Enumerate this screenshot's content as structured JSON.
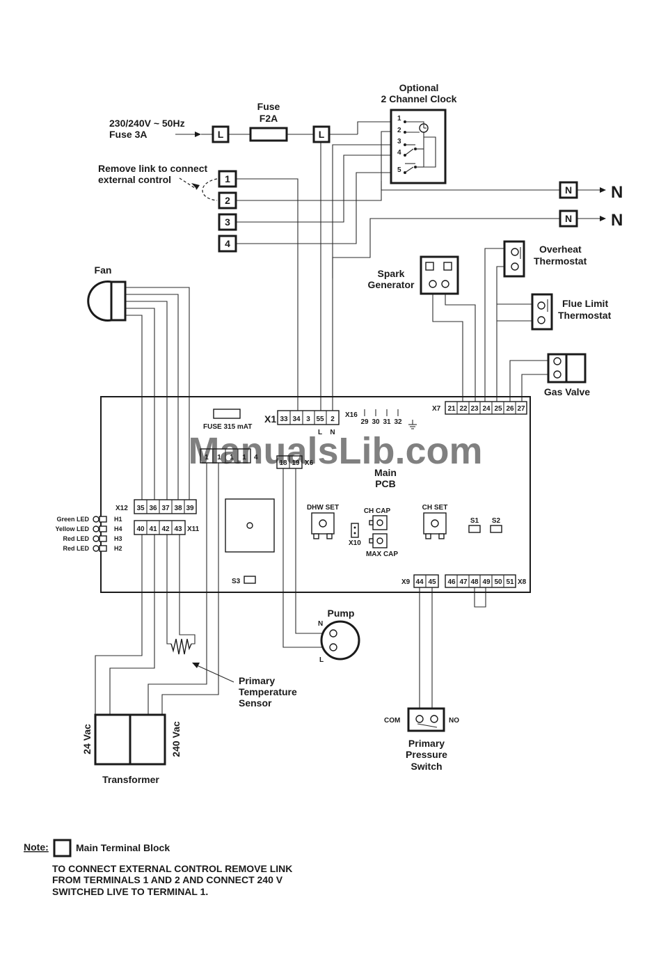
{
  "supply": {
    "voltage": "230/240V ~ 50Hz",
    "fuse": "Fuse 3A"
  },
  "fuse_f2a": {
    "title": "Fuse",
    "rating": "F2A"
  },
  "clock": {
    "title_1": "Optional",
    "title_2": "2 Channel Clock",
    "terminals": [
      "1",
      "2",
      "3",
      "4",
      "5"
    ]
  },
  "terminals": {
    "live": "L",
    "neutral": "N",
    "neutral_out": "N"
  },
  "link_note": {
    "line_1": "Remove link to connect",
    "line_2": "external control"
  },
  "main_terminals": [
    "1",
    "2",
    "3",
    "4"
  ],
  "components": {
    "fan": "Fan",
    "spark_1": "Spark",
    "spark_2": "Generator",
    "overheat_1": "Overheat",
    "overheat_2": "Thermostat",
    "flue_1": "Flue Limit",
    "flue_2": "Thermostat",
    "gas_valve": "Gas Valve",
    "pump": "Pump",
    "pump_n": "N",
    "pump_l": "L",
    "sensor_1": "Primary",
    "sensor_2": "Temperature",
    "sensor_3": "Sensor",
    "transformer": "Transformer",
    "t_24": "24 Vac",
    "t_240": "240 Vac",
    "pressure_1": "Primary",
    "pressure_2": "Pressure",
    "pressure_3": "Switch",
    "com": "COM",
    "no": "NO"
  },
  "pcb": {
    "title_1": "Main",
    "title_2": "PCB",
    "fuse": "FUSE 315 mAT",
    "x1": {
      "label": "X1",
      "pins": [
        "33",
        "34",
        "3",
        "55",
        "2"
      ],
      "l": "L",
      "n": "N"
    },
    "x16": {
      "label": "X16",
      "pins": [
        "29",
        "30",
        "31",
        "32"
      ]
    },
    "x7": {
      "label": "X7",
      "pins": [
        "21",
        "22",
        "23",
        "24",
        "25",
        "26",
        "27"
      ]
    },
    "x12": {
      "label": "X12",
      "pins": [
        "35",
        "36",
        "37",
        "38",
        "39"
      ]
    },
    "x11": {
      "label": "X11",
      "pins": [
        "40",
        "41",
        "42",
        "43"
      ]
    },
    "x4": {
      "pins": [
        "1",
        "1",
        "1",
        "1"
      ],
      "label": "4"
    },
    "x6": {
      "pins": [
        "18",
        "19"
      ],
      "label": "X6"
    },
    "x9": {
      "label": "X9",
      "pins": [
        "44",
        "45"
      ]
    },
    "x8": {
      "label": "X8",
      "pins": [
        "46",
        "47",
        "48",
        "49",
        "50",
        "51"
      ]
    },
    "leds": [
      {
        "name": "Green LED",
        "id": "H1"
      },
      {
        "name": "Yellow LED",
        "id": "H4"
      },
      {
        "name": "Red LED",
        "id": "H3"
      },
      {
        "name": "Red LED",
        "id": "H2"
      }
    ],
    "dhw_set": "DHW SET",
    "ch_set": "CH SET",
    "ch_cap": "CH CAP",
    "max_cap": "MAX CAP",
    "x10": "X10",
    "s1": "S1",
    "s2": "S2",
    "s3": "S3"
  },
  "note": {
    "label": "Note:",
    "legend": "Main Terminal Block",
    "line_1": "TO CONNECT EXTERNAL CONTROL REMOVE LINK",
    "line_2": "FROM TERMINALS 1 AND 2 AND CONNECT 240 V",
    "line_3": "SWITCHED LIVE TO TERMINAL 1."
  },
  "watermark": "ManualsLib.com",
  "colors": {
    "ink": "#1a1a1a",
    "watermark": "#9ec7ea"
  }
}
